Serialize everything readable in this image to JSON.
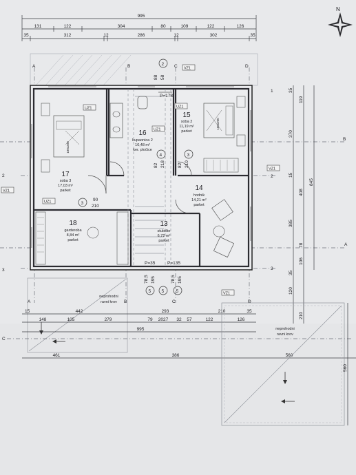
{
  "north": {
    "label": "N"
  },
  "dims": {
    "top_total": "995",
    "top_row1": [
      "131",
      "122",
      "304",
      "80",
      "109",
      "122",
      "126"
    ],
    "top_row2": [
      "35",
      "312",
      "12",
      "286",
      "12",
      "302",
      "35"
    ],
    "right": [
      "35",
      "119",
      "370",
      "15",
      "408",
      "845",
      "385",
      "78",
      "106",
      "35",
      "120",
      "210"
    ],
    "bottom_row1": [
      "15",
      "442",
      "293",
      "210",
      "35"
    ],
    "bottom_row2": [
      "148",
      "105",
      "279",
      "79",
      "2027",
      "32",
      "57",
      "122",
      "126"
    ],
    "bottom_total": "995",
    "bottom_row3": [
      "461",
      "386",
      "560"
    ],
    "roof_right": "560",
    "stair_w": [
      "78,5",
      "195",
      "78,5",
      "195"
    ],
    "door_w": [
      "82",
      "218",
      "82",
      "210"
    ],
    "door_17": [
      "90",
      "210"
    ],
    "p_top": "P=178",
    "p_bot1": "P=35",
    "p_bot2": "P=135",
    "top_vz": "88",
    "top_vz2": "58"
  },
  "axes": {
    "A": "A",
    "B": "B",
    "C": "C",
    "D": "D",
    "n1": "1",
    "n2": "2",
    "n3": "3",
    "n4": "4",
    "n5": "5"
  },
  "tags": {
    "uz1": "UZ1",
    "vz1": "VZ1"
  },
  "rooms": [
    {
      "num": "17",
      "name": "soba 3",
      "area": "17,03 m²",
      "floor": "parket"
    },
    {
      "num": "16",
      "name": "kupaonica 2",
      "area": "10,48 m²",
      "floor": "ker. pločice"
    },
    {
      "num": "15",
      "name": "soba 2",
      "area": "11,19 m²",
      "floor": "parket"
    },
    {
      "num": "14",
      "name": "hodnik",
      "area": "14,21 m²",
      "floor": "parket"
    },
    {
      "num": "18",
      "name": "garderoba",
      "area": "8,84 m²",
      "floor": "parket"
    },
    {
      "num": "13",
      "name": "stubište",
      "area": "6,72 m²",
      "floor": "parket"
    }
  ],
  "roof": {
    "left_l1": "neprohodni",
    "left_l2": "ravni krov",
    "right_l1": "neprohodni",
    "right_l2": "ravni krov"
  },
  "bed": {
    "label1": "180x200",
    "label2": "160x200"
  }
}
